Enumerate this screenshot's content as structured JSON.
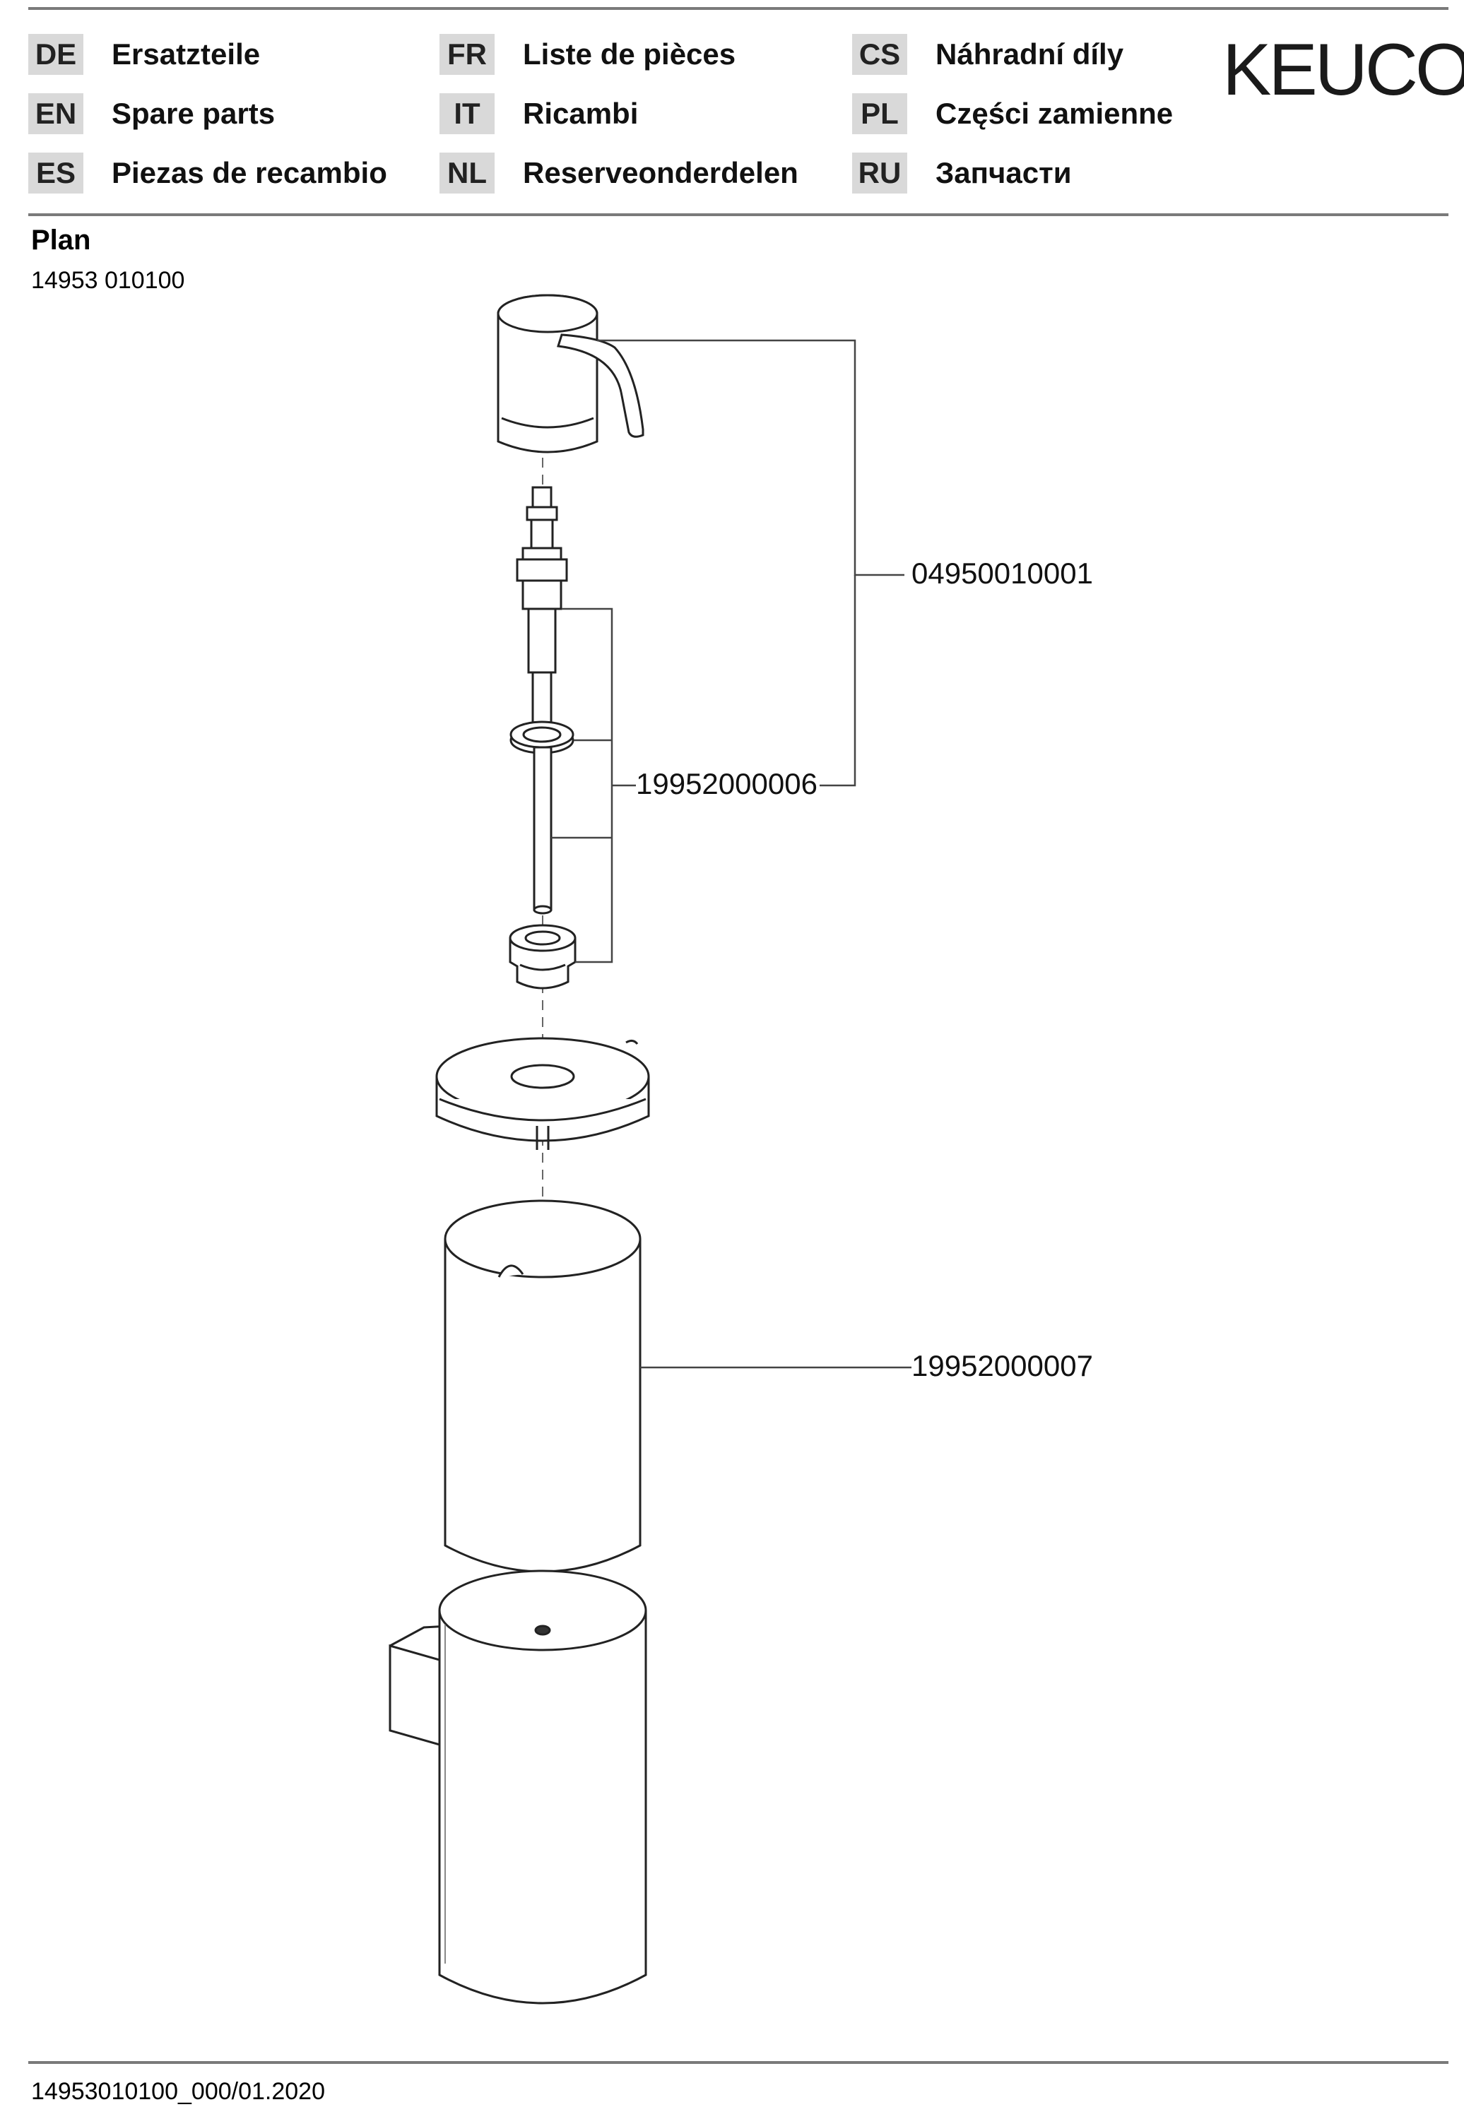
{
  "languages": [
    {
      "code": "DE",
      "label": "Ersatzteile"
    },
    {
      "code": "EN",
      "label": "Spare parts"
    },
    {
      "code": "ES",
      "label": "Piezas de recambio"
    },
    {
      "code": "FR",
      "label": "Liste de pièces"
    },
    {
      "code": "IT",
      "label": "Ricambi"
    },
    {
      "code": "NL",
      "label": "Reserveonderdelen"
    },
    {
      "code": "CS",
      "label": "Náhradní díly"
    },
    {
      "code": "PL",
      "label": "Części zamienne"
    },
    {
      "code": "RU",
      "label": "Запчасти"
    }
  ],
  "brand": "KEUCO",
  "product": {
    "name": "Plan",
    "number": "14953 010100"
  },
  "parts": [
    "04950010001",
    "19952000006",
    "19952000007"
  ],
  "footer": {
    "doc_code": "14953010100_000/01.2020"
  }
}
